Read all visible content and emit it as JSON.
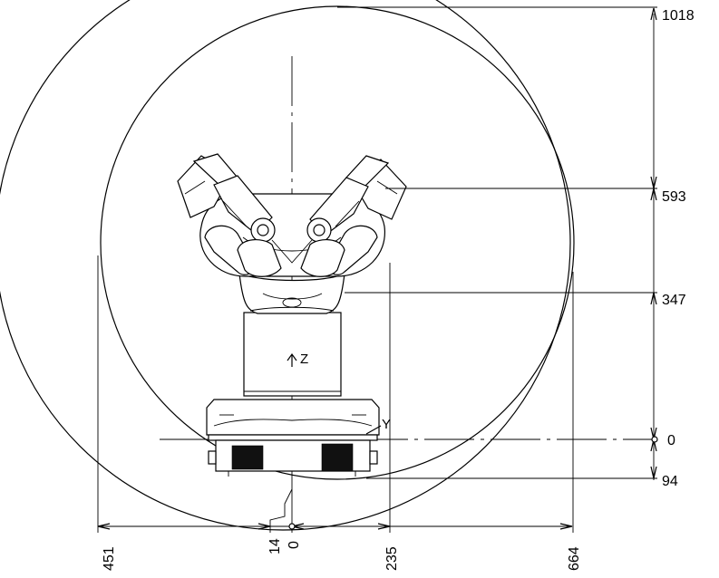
{
  "vertical_dimensions": [
    {
      "id": "top",
      "label": "1018"
    },
    {
      "id": "arm",
      "label": "593"
    },
    {
      "id": "shoulder",
      "label": "347"
    },
    {
      "id": "origin",
      "label": "0"
    },
    {
      "id": "base",
      "label": "94"
    }
  ],
  "horizontal_dimensions": [
    {
      "id": "left",
      "label": "451"
    },
    {
      "id": "offset",
      "label": "14"
    },
    {
      "id": "origin",
      "label": "0"
    },
    {
      "id": "mid",
      "label": "235"
    },
    {
      "id": "right",
      "label": "664"
    }
  ],
  "axes": {
    "z_label": "Z",
    "y_label": "Y"
  }
}
